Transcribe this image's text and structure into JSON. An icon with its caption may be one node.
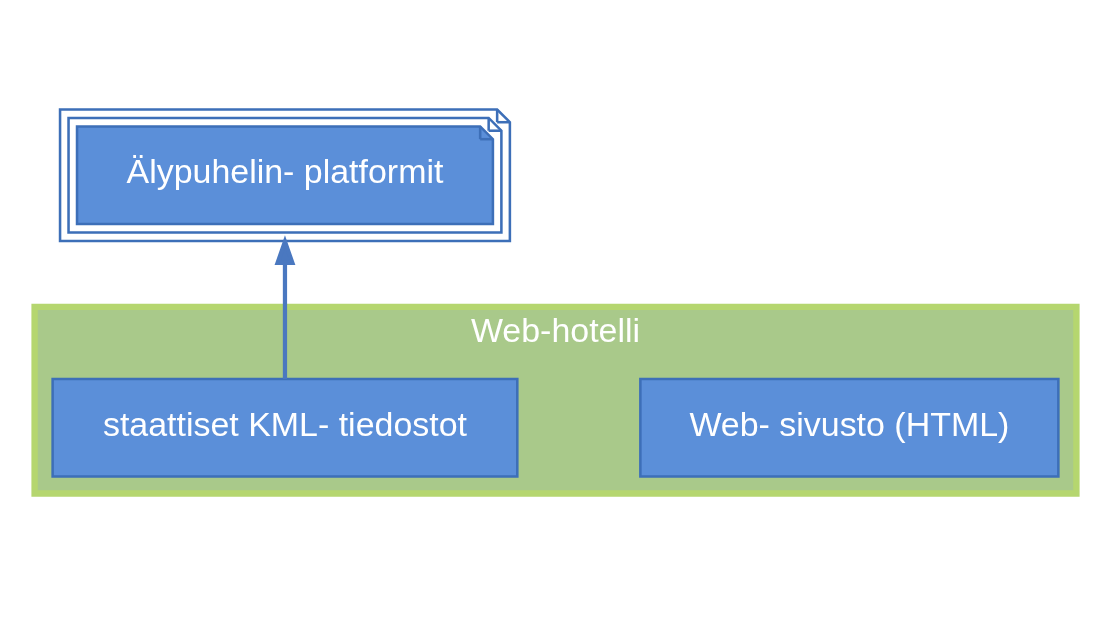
{
  "diagram": {
    "nodes": [
      {
        "text": [
          "Web-hotelli"
        ]
      },
      {
        "text": [
          "Web- sivusto (HTML)"
        ],
        "in": 0
      },
      {
        "text": [
          "staattiset KML- tiedostot"
        ],
        "in": 0
      },
      {
        "text": [
          "Älypuhelin- platformit"
        ]
      }
    ],
    "edges": [
      {
        "from": 2,
        "to": 3,
        "arrow": "to"
      }
    ]
  }
}
